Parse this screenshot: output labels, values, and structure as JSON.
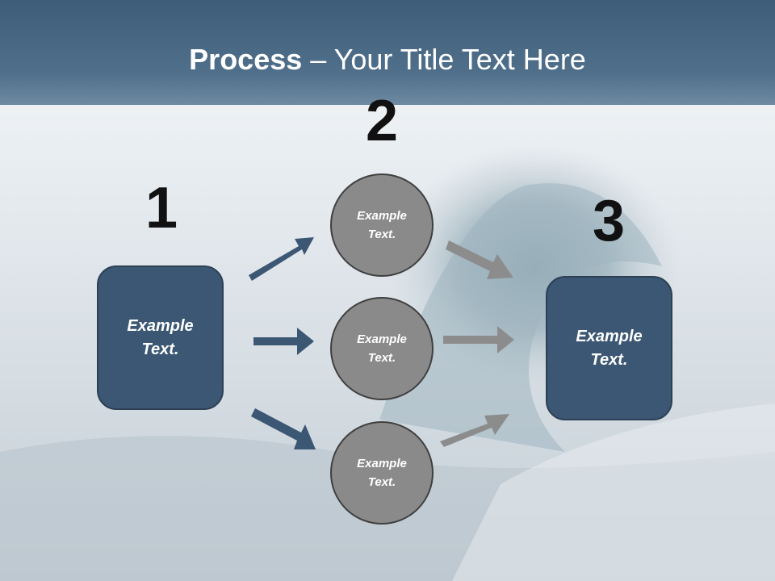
{
  "title": {
    "bold": "Process",
    "rest": " – Your Title Text Here"
  },
  "steps": {
    "n1": "1",
    "n2": "2",
    "n3": "3"
  },
  "left_box": {
    "text": "Example\nText."
  },
  "circles": [
    {
      "text": "Example\nText."
    },
    {
      "text": "Example\nText."
    },
    {
      "text": "Example\nText."
    }
  ],
  "right_box": {
    "text": "Example\nText."
  },
  "colors": {
    "header": "#3d5d79",
    "box_fill": "#3b5773",
    "circle_fill": "#8a8a8a",
    "left_arrow": "#3b5773",
    "right_arrow": "#8c8c8c"
  }
}
